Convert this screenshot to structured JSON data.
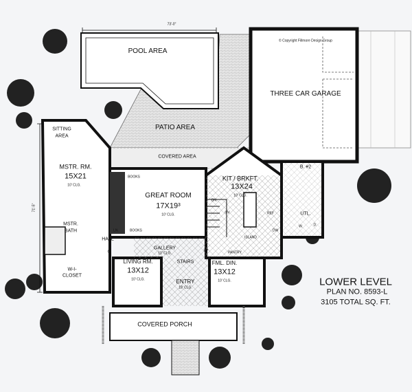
{
  "copyright": "© Copyright Fillmore Design Group",
  "dimensions": {
    "width": "73'-0\"",
    "depth": "71'-5\""
  },
  "rooms": {
    "pool": "POOL AREA",
    "garage": "THREE CAR GARAGE",
    "patio": "PATIO AREA",
    "covered": "COVERED AREA",
    "sitting": [
      "SITTING",
      "AREA"
    ],
    "master": {
      "name": "MSTR. RM.",
      "size": "15X21",
      "clg": "10' CLG."
    },
    "great": {
      "name": "GREAT ROOM",
      "size": "17X19³",
      "clg": "10' CLG."
    },
    "kitchen": {
      "name": "KIT / BRKFT.",
      "size": "13X24",
      "clg": "10' CLG."
    },
    "bath2": "B. #2",
    "utility": "UTL.",
    "washer": "W.",
    "dryer": "D.",
    "mbath": [
      "MSTR.",
      "BATH"
    ],
    "hall": "HALL",
    "closet": [
      "W-I-",
      "CLOSET"
    ],
    "gallery": {
      "name": "GALLERY",
      "clg": "10' CLG."
    },
    "stairs": "STAIRS",
    "living": {
      "name": "LIVING RM.",
      "size": "13X12",
      "clg": "10' CLG."
    },
    "entry": {
      "name": "ENTRY",
      "clg": "18' CLG."
    },
    "dining": {
      "name": "FML. DIN.",
      "size": "13X12",
      "clg": "10' CLG."
    },
    "porch": "COVERED PORCH"
  },
  "fixtures": {
    "books": "BOOKS",
    "dn": "DN.",
    "up": "UP",
    "ov": "OV",
    "ref": "REF",
    "dw": "DW",
    "island": "ISLAND",
    "pantry": "PANTRY",
    "ln": "LN.",
    "c": "C."
  },
  "info": {
    "level": "LOWER LEVEL",
    "plan": "PLAN NO. 8593-L",
    "sqft": "3105 TOTAL SQ. FT."
  }
}
